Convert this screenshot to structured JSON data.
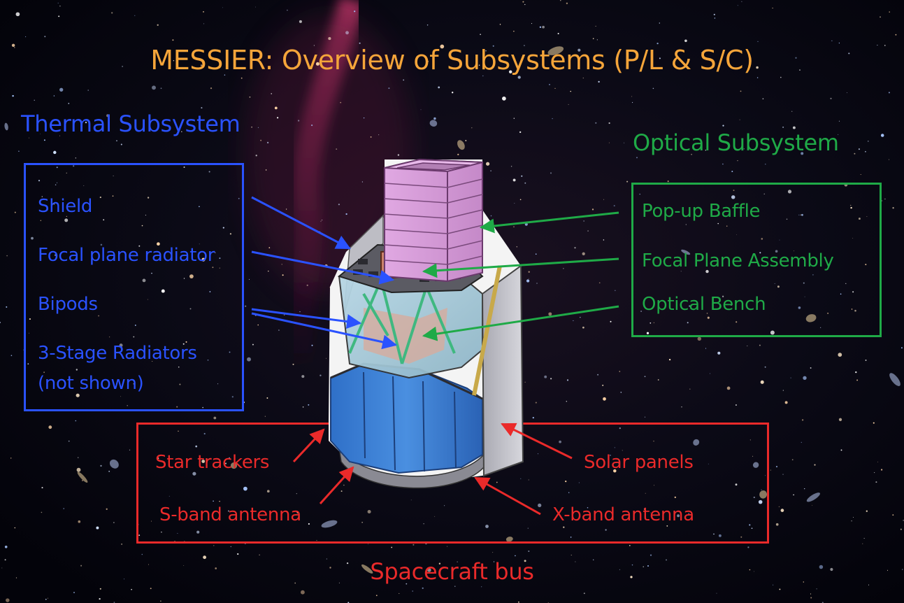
{
  "title": "MESSIER: Overview of Subsystems (P/L & S/C)",
  "colors": {
    "title": "#f5a53a",
    "thermal": "#2a52ff",
    "optical": "#1faa47",
    "bus": "#ea2a2a",
    "background": "#05050b",
    "nebula": "#c82a64",
    "baffle": "#d79ad9",
    "bus_panels": "#3f84d8",
    "solar_panel": "#c9c9cf"
  },
  "thermal": {
    "header": "Thermal Subsystem",
    "items": [
      "Shield",
      "Focal plane radiator",
      "Bipods",
      "3-Stage Radiators",
      "(not shown)"
    ]
  },
  "optical": {
    "header": "Optical Subsystem",
    "items": [
      "Pop-up Baffle",
      "Focal Plane Assembly",
      "Optical Bench"
    ]
  },
  "bus": {
    "footer": "Spacecraft bus",
    "items": [
      "Star trackers",
      "S-band antenna",
      "Solar panels",
      "X-band antenna"
    ]
  }
}
